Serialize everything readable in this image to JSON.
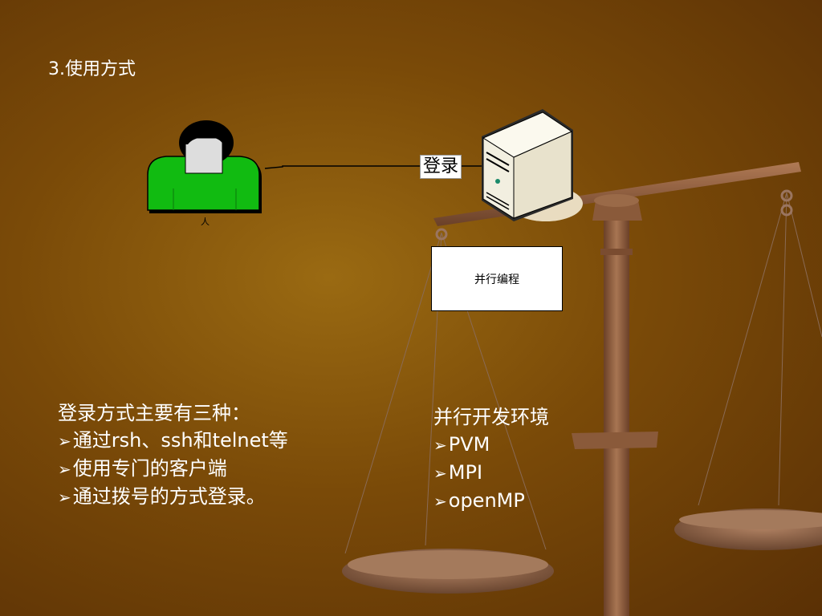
{
  "slide": {
    "title": "3.使用方式"
  },
  "diagram": {
    "person_label": "人",
    "connector_label": "登录",
    "task_label": "并行编程"
  },
  "login_methods": {
    "heading": "登录方式主要有三种：",
    "items": [
      "通过rsh、ssh和telnet等",
      "使用专门的客户端",
      "通过拨号的方式登录。"
    ]
  },
  "environments": {
    "heading": "并行开发环境",
    "items": [
      "PVM",
      "MPI",
      "openMP"
    ]
  },
  "icons": {
    "person": "person-icon",
    "server": "server-icon",
    "scale": "balance-scale-icon",
    "bullet": "arrow-bullet-icon"
  },
  "colors": {
    "background": "#7a4a08",
    "person_shirt": "#11bb11",
    "text": "#ffffff"
  }
}
